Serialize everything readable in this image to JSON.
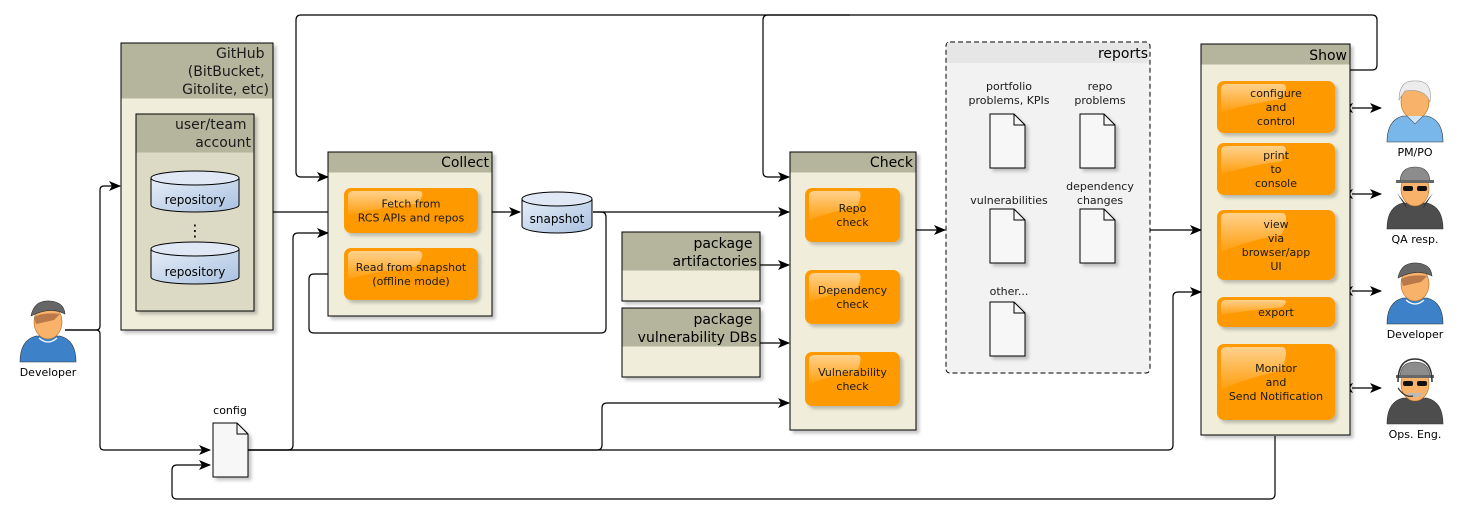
{
  "actors": {
    "developer_left": {
      "label": "Developer",
      "icon": "developer-icon"
    },
    "pm_po": {
      "label": "PM/PO",
      "icon": "manager-icon"
    },
    "qa": {
      "label": "QA resp.",
      "icon": "spy-icon"
    },
    "developer_right": {
      "label": "Developer",
      "icon": "developer-icon"
    },
    "ops": {
      "label": "Ops. Eng.",
      "icon": "headset-operator-icon"
    }
  },
  "github": {
    "title_lines": [
      "GitHub",
      "(BitBucket,",
      "Gitolite, etc)"
    ],
    "account": {
      "title_lines": [
        "user/team",
        "account"
      ],
      "repo_label": "repository",
      "ellipsis": "⋮"
    }
  },
  "collect": {
    "title": "Collect",
    "steps": [
      {
        "lines": [
          "Fetch from",
          "RCS APIs and repos"
        ]
      },
      {
        "lines": [
          "Read from snapshot",
          "(offline mode)"
        ]
      }
    ]
  },
  "snapshot": {
    "label": "snapshot"
  },
  "config": {
    "label": "config"
  },
  "sources": {
    "artifactories": {
      "title_lines": [
        "package",
        "artifactories"
      ]
    },
    "vuln_dbs": {
      "title_lines": [
        "package",
        "vulnerability DBs"
      ]
    }
  },
  "check": {
    "title": "Check",
    "steps": [
      {
        "lines": [
          "Repo",
          "check"
        ]
      },
      {
        "lines": [
          "Dependency",
          "check"
        ]
      },
      {
        "lines": [
          "Vulnerability",
          "check"
        ]
      }
    ]
  },
  "reports": {
    "title": "reports",
    "docs": [
      {
        "lines": [
          "portfolio",
          "problems, KPIs"
        ]
      },
      {
        "lines": [
          "repo",
          "problems"
        ]
      },
      {
        "lines": [
          "vulnerabilities"
        ]
      },
      {
        "lines": [
          "dependency",
          "changes"
        ]
      },
      {
        "lines": [
          "other..."
        ]
      }
    ]
  },
  "show": {
    "title": "Show",
    "steps": [
      {
        "lines": [
          "configure",
          "and",
          "control"
        ]
      },
      {
        "lines": [
          "print",
          "to",
          "console"
        ]
      },
      {
        "lines": [
          "view",
          "via",
          "browser/app",
          "UI"
        ]
      },
      {
        "lines": [
          "export"
        ]
      },
      {
        "lines": [
          "Monitor",
          "and",
          "Send Notification"
        ]
      }
    ]
  },
  "colors": {
    "container_header": "#b5b59e",
    "container_body": "#f0eedb",
    "inner_body": "#dcdac4",
    "step_fill": "#ff9900",
    "reports_fill": "#f2f2f2",
    "repo_fill": "#c8d8ec",
    "line": "#000000"
  }
}
